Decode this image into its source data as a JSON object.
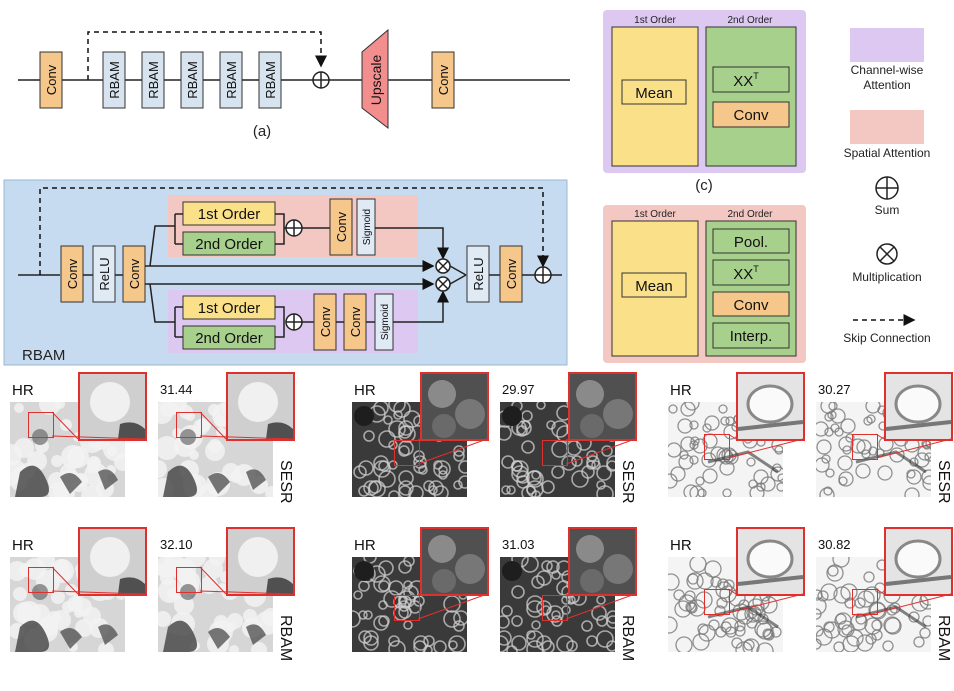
{
  "fig_a": {
    "conv_label": "Conv",
    "rbam_label": "RBAM",
    "upscale_label": "Upscale",
    "caption": "(a)"
  },
  "fig_b": {
    "conv": "Conv",
    "relu": "ReLU",
    "first_order": "1st Order",
    "second_order": "2nd Order",
    "sigmoid": "Sigmoid",
    "title": "RBAM"
  },
  "fig_c": {
    "caption": "(c)",
    "top": {
      "col1": "1st Order",
      "col2": "2nd Order",
      "mean": "Mean",
      "xx": "XX",
      "sup": "T",
      "conv": "Conv"
    },
    "bottom": {
      "col1": "1st Order",
      "col2": "2nd Order",
      "mean": "Mean",
      "pool": "Pool.",
      "xx": "XX",
      "sup": "T",
      "conv": "Conv",
      "interp": "Interp."
    }
  },
  "legend": {
    "channel": "Channel-wise Attention",
    "spatial": "Spatial Attention",
    "sum": "Sum",
    "mult": "Multiplication",
    "skip": "Skip Connection",
    "colors": {
      "channel": "#dcc8f0",
      "spatial": "#f3c7c2"
    }
  },
  "panels": {
    "hr": "HR",
    "sesr": "SESR",
    "rbam": "RBAM",
    "scores": [
      "31.44",
      "29.97",
      "30.27",
      "32.10",
      "31.03",
      "30.82"
    ]
  },
  "colors": {
    "conv": "#f6c78a",
    "rbam_block": "#d7e4ef",
    "upscale": "#f28e8e",
    "rbam_bg": "#c6dbef",
    "first_order": "#fbe08a",
    "second_order": "#a8d08d",
    "relu": "#dfeaf4",
    "roi": "#e0302e"
  }
}
